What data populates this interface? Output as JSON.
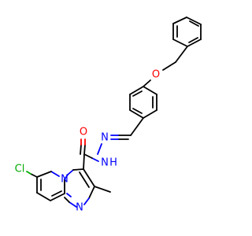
{
  "molecule": {
    "atom_labels": {
      "O_ether": "O",
      "O_carbonyl": "O",
      "N_imine": "N",
      "NH": "N",
      "H": "H",
      "N_bridge": "N",
      "N_ring": "N",
      "Cl_atom": "Cl"
    },
    "colors": {
      "carbon_bond": "#000000",
      "nitrogen": "#0000ff",
      "oxygen": "#ff0000",
      "chlorine": "#00aa00"
    }
  }
}
